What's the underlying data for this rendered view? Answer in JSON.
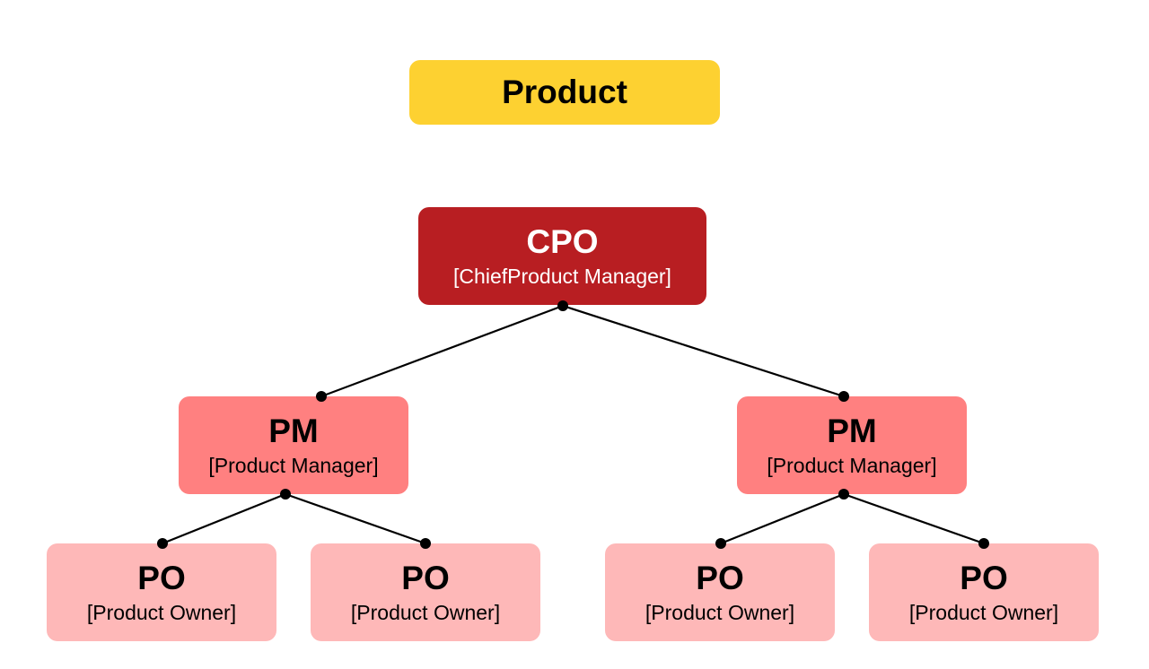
{
  "title": "Product",
  "nodes": {
    "cpo": {
      "abbr": "CPO",
      "full": "[ChiefProduct Manager]"
    },
    "pm": [
      {
        "abbr": "PM",
        "full": "[Product Manager]"
      },
      {
        "abbr": "PM",
        "full": "[Product Manager]"
      }
    ],
    "po": [
      {
        "abbr": "PO",
        "full": "[Product Owner]"
      },
      {
        "abbr": "PO",
        "full": "[Product Owner]"
      },
      {
        "abbr": "PO",
        "full": "[Product Owner]"
      },
      {
        "abbr": "PO",
        "full": "[Product Owner]"
      }
    ]
  },
  "colors": {
    "title": "#fdd131",
    "cpo": "#b81e22",
    "pm": "#ff8080",
    "po": "#feb8b8",
    "connector": "#000000"
  },
  "edges": [
    [
      "cpo",
      "pm-left"
    ],
    [
      "cpo",
      "pm-right"
    ],
    [
      "pm-left",
      "po-1"
    ],
    [
      "pm-left",
      "po-2"
    ],
    [
      "pm-right",
      "po-3"
    ],
    [
      "pm-right",
      "po-4"
    ]
  ]
}
